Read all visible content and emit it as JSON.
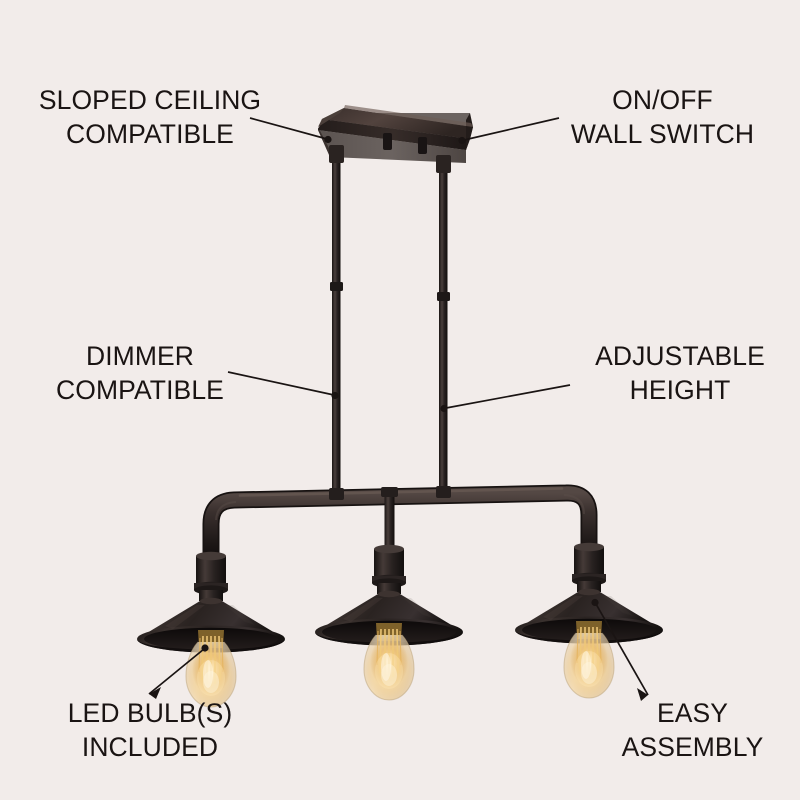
{
  "background_color": "#f2ecea",
  "text_color": "#1a1413",
  "product": {
    "name": "3-light linear island pendant",
    "finish_color": "#221c1b",
    "bulb_glow_color": "#f3c46a"
  },
  "callouts": [
    {
      "id": "sloped-ceiling",
      "label": "SLOPED CEILING\nCOMPATIBLE",
      "line1": "SLOPED CEILING",
      "line2": "COMPATIBLE",
      "target": "ceiling-canopy"
    },
    {
      "id": "onoff-switch",
      "label": "ON/OFF\nWALL SWITCH",
      "line1": "ON/OFF",
      "line2": "WALL SWITCH",
      "target": "ceiling-canopy"
    },
    {
      "id": "dimmer",
      "label": "DIMMER\nCOMPATIBLE",
      "line1": "DIMMER",
      "line2": "COMPATIBLE",
      "target": "left-downrod"
    },
    {
      "id": "adjustable-height",
      "label": "ADJUSTABLE\nHEIGHT",
      "line1": "ADJUSTABLE",
      "line2": "HEIGHT",
      "target": "right-downrod"
    },
    {
      "id": "led-bulb",
      "label": "LED BULB(S)\nINCLUDED",
      "line1": "LED BULB(S)",
      "line2": "INCLUDED",
      "target": "left-bulb"
    },
    {
      "id": "easy-assembly",
      "label": "EASY\nASSEMBLY",
      "line1": "EASY",
      "line2": "ASSEMBLY",
      "target": "right-shade"
    }
  ],
  "callout_text": {
    "sloped_ceiling": "SLOPED CEILING\nCOMPATIBLE",
    "onoff_switch": "ON/OFF\nWALL SWITCH",
    "dimmer": "DIMMER\nCOMPATIBLE",
    "adjustable_height": "ADJUSTABLE\nHEIGHT",
    "led_bulb": "LED BULB(S)\nINCLUDED",
    "easy_assembly": "EASY\nASSEMBLY"
  }
}
